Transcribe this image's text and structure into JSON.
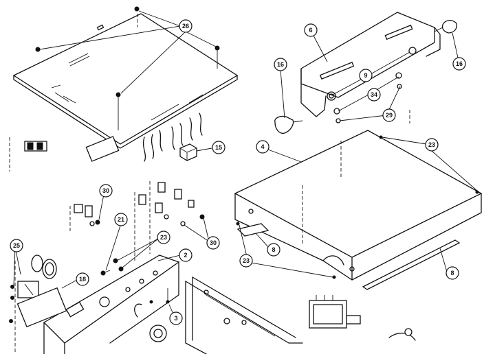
{
  "callouts": {
    "c26": "26",
    "c16a": "16",
    "c16b": "16",
    "c6": "6",
    "c9": "9",
    "c34": "34",
    "c29": "29",
    "c15": "15",
    "c23a": "23",
    "c4": "4",
    "c30a": "30",
    "c21": "21",
    "c23b": "23",
    "c30b": "30",
    "c2": "2",
    "c8a": "8",
    "c23c": "23",
    "c25": "25",
    "c18": "18",
    "c3": "3",
    "c8b": "8"
  }
}
